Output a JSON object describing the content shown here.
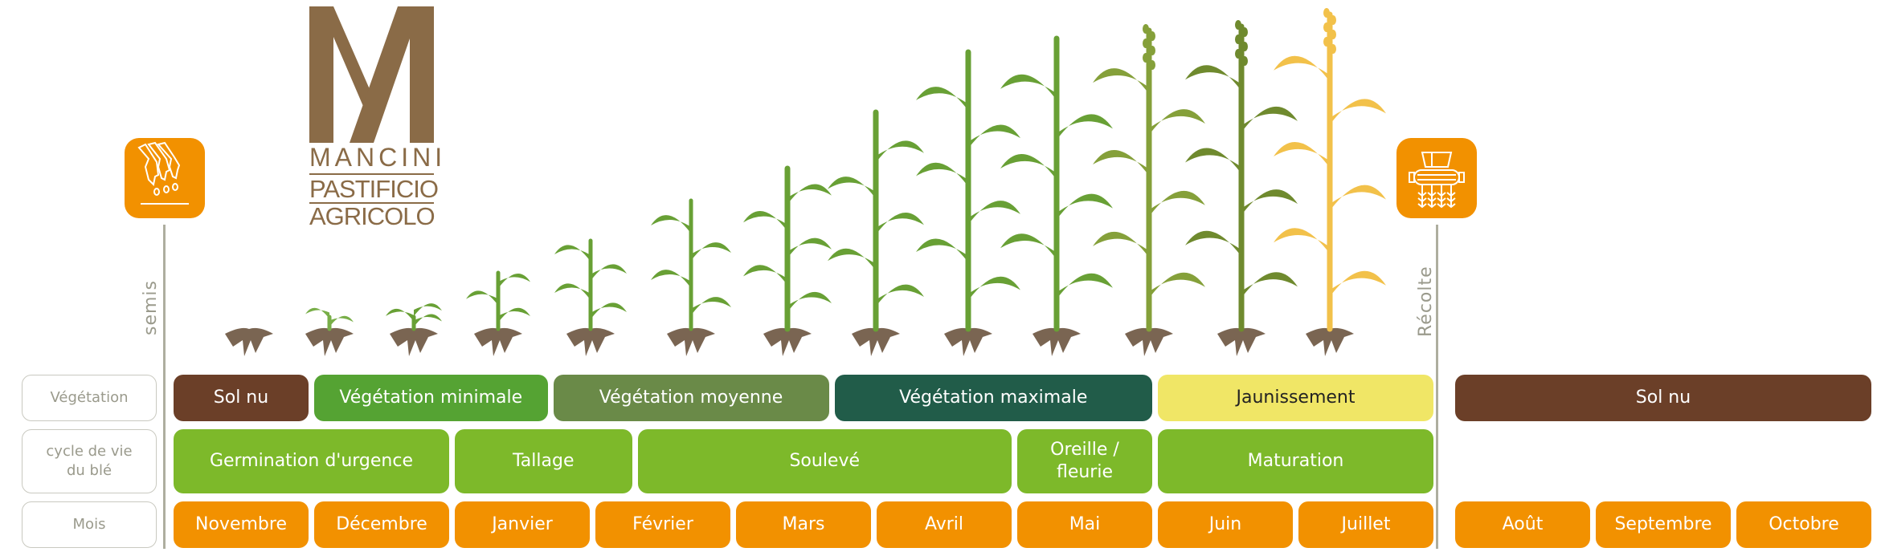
{
  "brand": {
    "monogram": "M",
    "line1": "MANCINI",
    "line2": "PASTIFICIO",
    "line3": "AGRICOLO",
    "color": "#8a6b47"
  },
  "milestones": {
    "sowing": {
      "label": "semis",
      "icon": "seed-drill-icon"
    },
    "harvest": {
      "label": "Récolte",
      "icon": "combine-harvester-icon"
    }
  },
  "row_labels": {
    "vegetation": "Végétation",
    "lifecycle": "cycle de vie du blé",
    "months": "Mois"
  },
  "colors": {
    "bare_soil": "#6b3f28",
    "minimal": "#55a333",
    "medium": "#6a8a48",
    "maximal": "#215c49",
    "yellowing": "#f0e666",
    "lifecycle": "#7db92a",
    "month": "#f29100",
    "plant_green": "#68a035",
    "plant_olive": "#85a03a",
    "plant_dark_olive": "#6f8a2e",
    "plant_yellow": "#f2c14a",
    "root": "#7a6552"
  },
  "vegetation": [
    {
      "label": "Sol nu",
      "start": 0,
      "span": 1,
      "color": "#6b3f28",
      "text": "#ffffff"
    },
    {
      "label": "Végétation minimale",
      "start": 1,
      "span": 1.7,
      "color": "#55a333",
      "text": "#ffffff"
    },
    {
      "label": "Végétation moyenne",
      "start": 2.7,
      "span": 2.0,
      "color": "#6a8a48",
      "text": "#ffffff"
    },
    {
      "label": "Végétation maximale",
      "start": 4.7,
      "span": 2.3,
      "color": "#215c49",
      "text": "#ffffff"
    },
    {
      "label": "Jaunissement",
      "start": 7,
      "span": 2,
      "color": "#f0e666",
      "text": "#222222"
    },
    {
      "label": "Sol nu",
      "start": 9,
      "span": 3,
      "color": "#6b3f28",
      "text": "#ffffff"
    }
  ],
  "lifecycle": [
    {
      "label": "Germination d'urgence",
      "start": 0,
      "span": 2
    },
    {
      "label": "Tallage",
      "start": 2,
      "span": 1.3
    },
    {
      "label": "Soulevé",
      "start": 3.3,
      "span": 2.7
    },
    {
      "label": "Oreille / fleurie",
      "start": 6,
      "span": 1
    },
    {
      "label": "Maturation",
      "start": 7,
      "span": 2
    }
  ],
  "months": [
    "Novembre",
    "Décembre",
    "Janvier",
    "Février",
    "Mars",
    "Avril",
    "Mai",
    "Juin",
    "Juillet",
    "Août",
    "Septembre",
    "Octobre"
  ],
  "plants": [
    {
      "stage": "seed",
      "color": "#68a035"
    },
    {
      "stage": "sprout",
      "color": "#78ae48"
    },
    {
      "stage": "seedling",
      "color": "#68a035"
    },
    {
      "stage": "tillering-1",
      "color": "#68a035"
    },
    {
      "stage": "tillering-2",
      "color": "#68a035"
    },
    {
      "stage": "tillering-3",
      "color": "#68a035"
    },
    {
      "stage": "stem-1",
      "color": "#68a035"
    },
    {
      "stage": "stem-2",
      "color": "#68a035"
    },
    {
      "stage": "stem-3",
      "color": "#68a035"
    },
    {
      "stage": "heading",
      "color": "#68a035"
    },
    {
      "stage": "flowering",
      "color": "#85a03a"
    },
    {
      "stage": "ripening",
      "color": "#6f8a2e"
    },
    {
      "stage": "mature",
      "color": "#f2c14a"
    }
  ]
}
